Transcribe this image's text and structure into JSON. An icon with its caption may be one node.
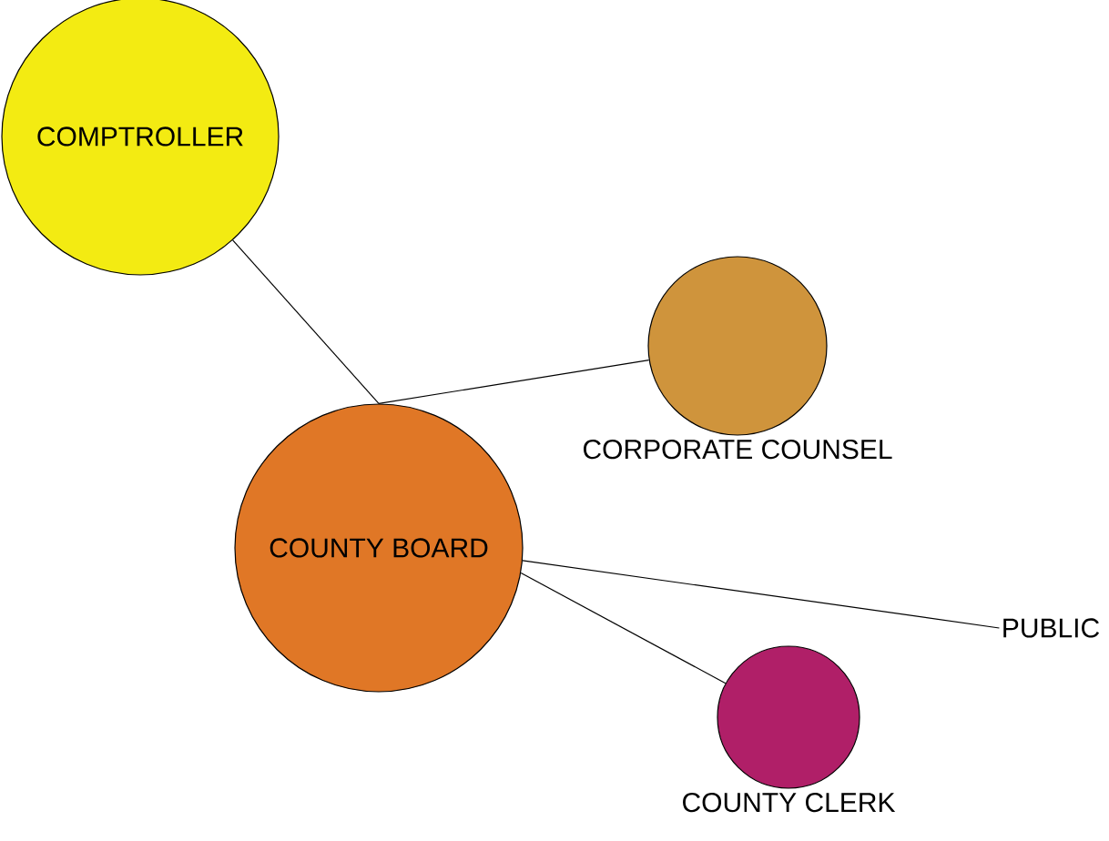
{
  "diagram": {
    "nodes": [
      {
        "text": [
          "COMPTROLLER"
        ]
      },
      {
        "text": [
          "CORPORATE COUNSEL"
        ]
      },
      {
        "text": [
          "COUNTY BOARD"
        ]
      },
      {
        "text": [
          "PUBLIC"
        ]
      },
      {
        "text": [
          "COUNTY CLERK"
        ]
      }
    ],
    "edges": [
      {
        "from": 0,
        "to": 2,
        "arrow": "none"
      },
      {
        "from": 1,
        "to": 2,
        "arrow": "none"
      },
      {
        "from": 2,
        "to": 3,
        "arrow": "none"
      },
      {
        "from": 2,
        "to": 4,
        "arrow": "none"
      }
    ]
  }
}
